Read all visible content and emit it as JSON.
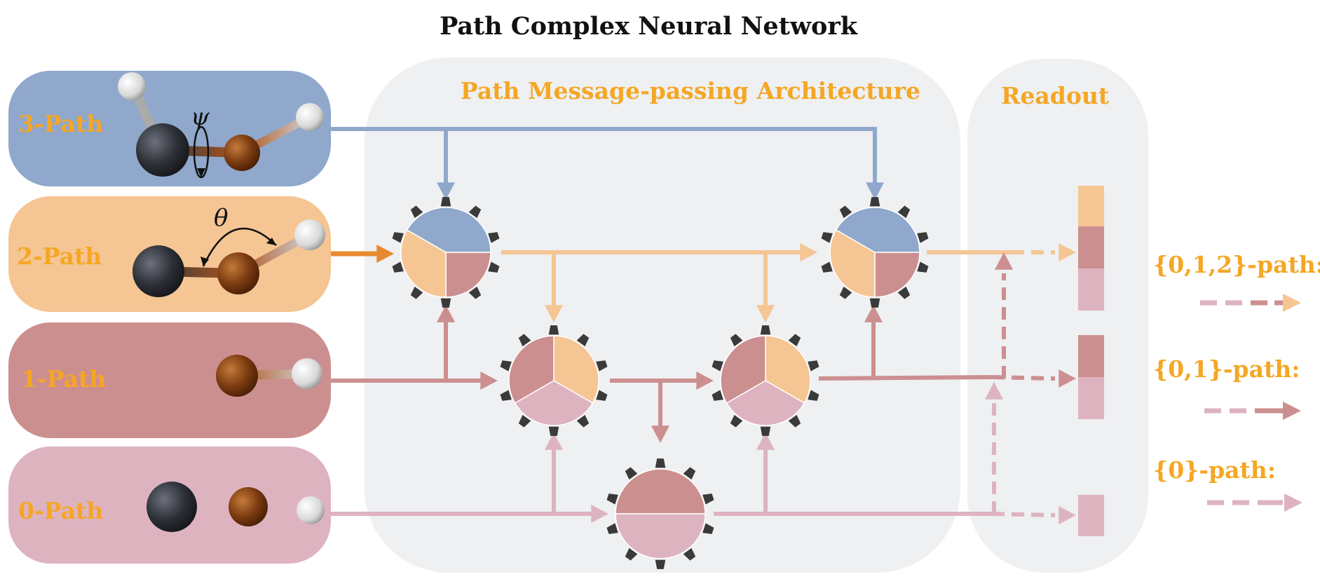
{
  "title": "Path Complex Neural Network",
  "panels": {
    "message_passing": "Path Message-passing Architecture",
    "readout": "Readout"
  },
  "inputs": [
    {
      "label": "3-Path",
      "angle_symbol": "ψ"
    },
    {
      "label": "2-Path",
      "angle_symbol": "θ"
    },
    {
      "label": "1-Path"
    },
    {
      "label": "0-Path"
    }
  ],
  "legend": [
    {
      "label": "{0,1,2}-path:"
    },
    {
      "label": "{0,1}-path:"
    },
    {
      "label": "{0}-path:"
    }
  ],
  "colors": {
    "path3": "#8fa8cc",
    "path2": "#f5c593",
    "path1": "#cc8f8f",
    "path0": "#deb3c0",
    "accent_text": "#f5a623",
    "panel_bg": "#eef0f2",
    "gear_teeth": "#3a3a3a",
    "atom_carbon": "#2c2f36",
    "atom_oxygen": "#7a3a10",
    "atom_hydrogen": "#e8e8e8"
  },
  "icons": [
    "gear-icon",
    "atom-icon",
    "arrow-icon",
    "rotation-arrow-icon",
    "angle-arc-icon"
  ]
}
